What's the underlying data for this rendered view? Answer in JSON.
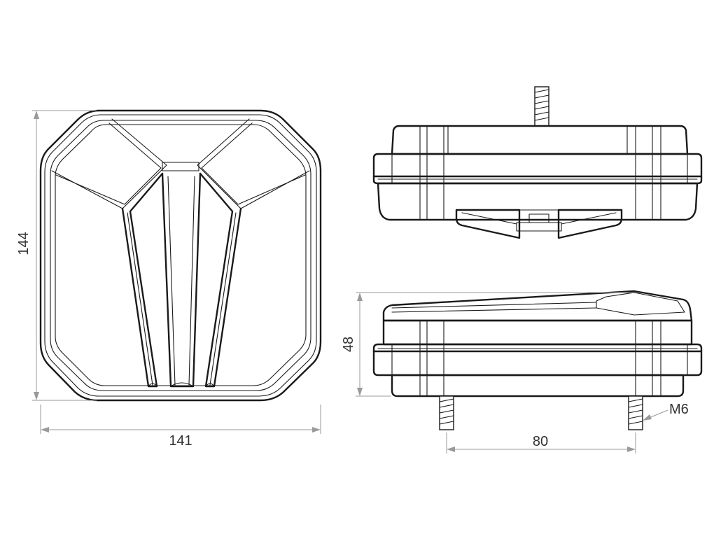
{
  "dimensions": {
    "height": "144",
    "width": "141",
    "depth": "48",
    "bolt_spacing": "80",
    "thread": "M6"
  },
  "colors": {
    "line": "#1a1a1a",
    "dimension_line": "#9a9a9a",
    "background": "#ffffff"
  }
}
